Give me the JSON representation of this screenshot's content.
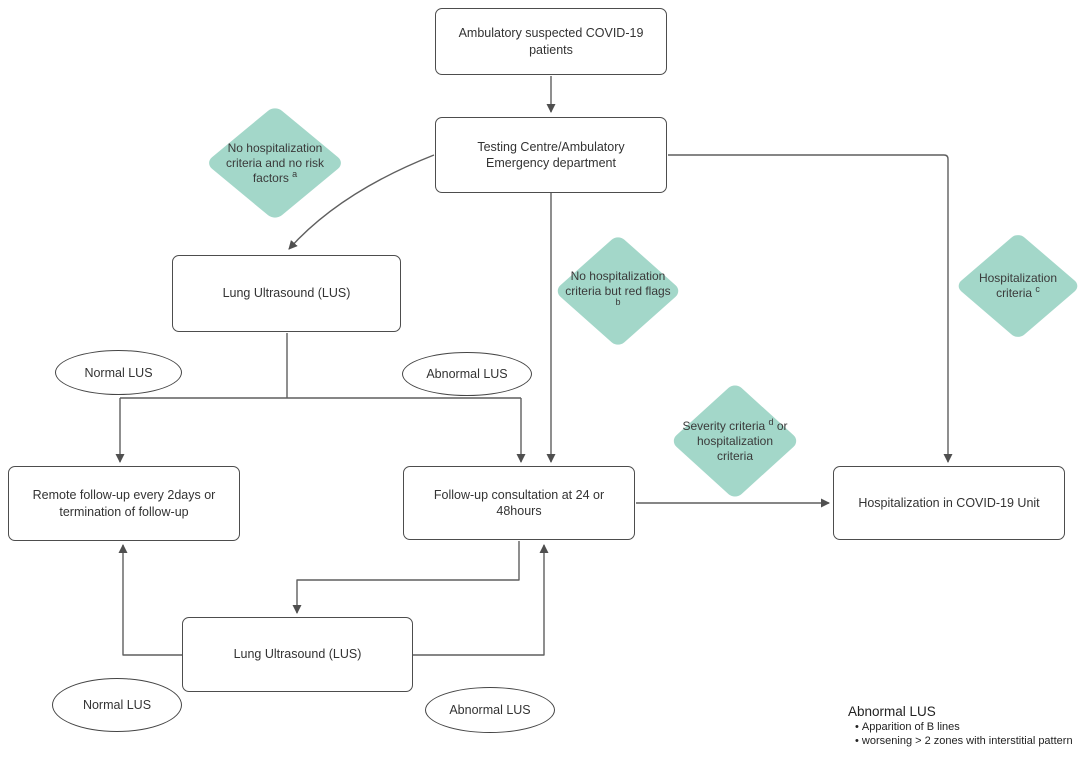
{
  "diagram": {
    "title": "Ambulatory COVID-19 LUS follow-up flowchart",
    "colors": {
      "diamond_fill": "#a3d7c9",
      "node_border": "#4d4d4d",
      "wire": "#5f5f5f",
      "background": "#ffffff"
    },
    "nodes": {
      "ambulatory": {
        "label": "Ambulatory suspected COVID-19 patients"
      },
      "testing": {
        "label": "Testing Centre/Ambulatory Emergency department"
      },
      "lus1": {
        "label": "Lung Ultrasound (LUS)"
      },
      "remote": {
        "label": "Remote follow-up every 2days or termination of follow-up"
      },
      "followup": {
        "label": "Follow-up consultation at 24 or 48hours"
      },
      "hospitalization": {
        "label": "Hospitalization in COVID-19 Unit"
      },
      "lus2": {
        "label": "Lung Ultrasound (LUS)"
      }
    },
    "decisions": {
      "no_hosp_no_risk": {
        "text": "No hospitalization criteria and no risk factors",
        "sup": "a",
        "text_after": ""
      },
      "no_hosp_red_flags": {
        "text": "No hospitalization criteria but red flags",
        "sup": "b",
        "text_after": ""
      },
      "hosp_criteria": {
        "text": "Hospitalization criteria",
        "sup": "c",
        "text_after": ""
      },
      "severity": {
        "text": "Severity criteria",
        "sup": "d",
        "text_after": " or hospitalization criteria"
      }
    },
    "outcomes": {
      "normal_top": "Normal LUS",
      "abnormal_top": "Abnormal LUS",
      "normal_bottom": "Normal LUS",
      "abnormal_bottom": "Abnormal LUS"
    },
    "legend": {
      "title": "Abnormal LUS",
      "bullets": [
        "Apparition of B lines",
        "worsening > 2 zones with interstitial pattern"
      ]
    }
  }
}
